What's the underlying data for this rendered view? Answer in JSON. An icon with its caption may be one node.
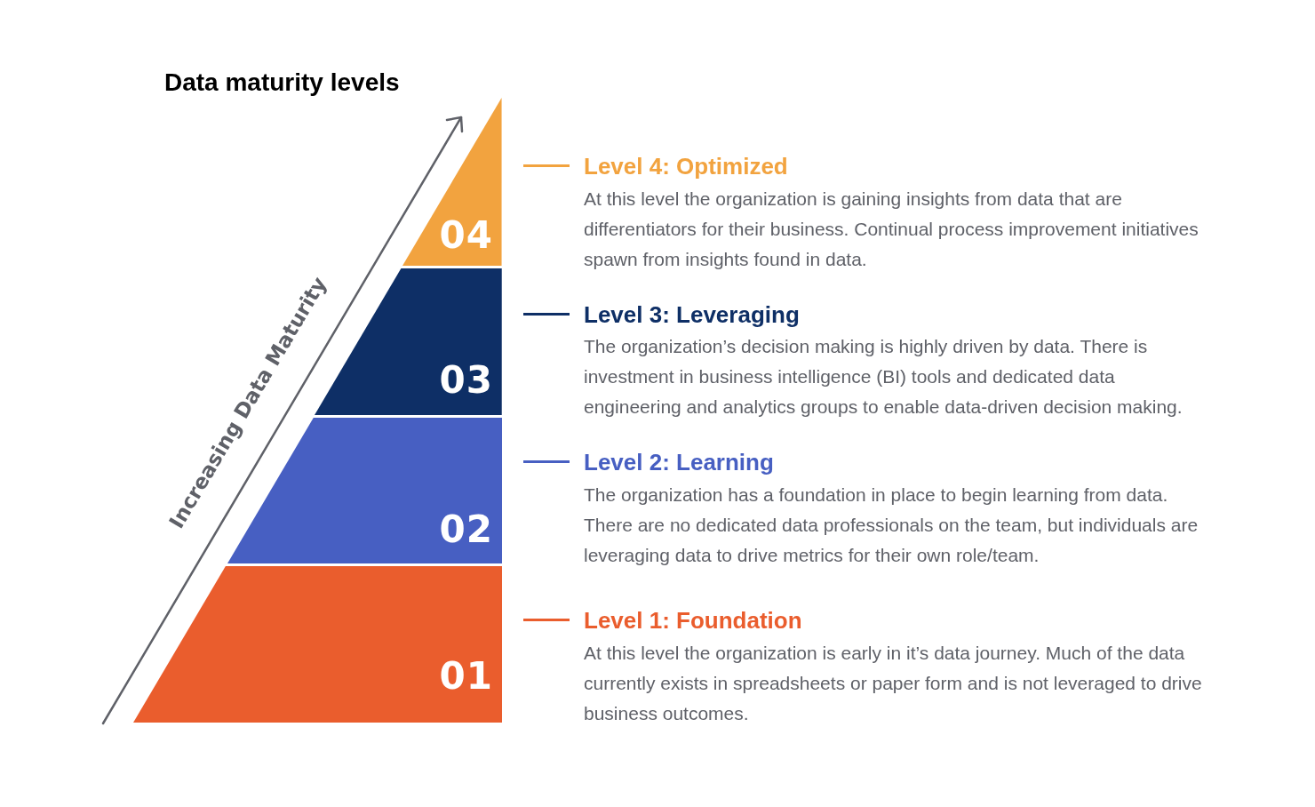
{
  "diagram": {
    "title": "Data maturity levels",
    "nodes": [
      {
        "text": [
          "04"
        ],
        "beside": [
          "Level 4: Optimized",
          "At this level the organization is gaining insights from data that are differentiators for their business. Continual process improvement initiatives spawn from insights found in data."
        ]
      },
      {
        "text": [
          "03"
        ],
        "beside": [
          "Level 3: Leveraging",
          "The organization’s decision making is highly driven by data. There is investment in business intelligence (BI) tools and dedicated data engineering and analytics groups to enable data-driven decision making."
        ]
      },
      {
        "text": [
          "02"
        ],
        "beside": [
          "Level 2: Learning",
          "The organization has a foundation in place to begin learning from data. There are no dedicated data professionals on the team, but individuals are leveraging data to drive metrics for their own role/team."
        ]
      },
      {
        "text": [
          "01"
        ],
        "beside": [
          "Level 1: Foundation",
          "At this level the organization is early in it’s data journey. Much of the data currently exists in spreadsheets or paper form and is not leveraged to drive business outcomes."
        ]
      }
    ],
    "labels": [
      "Increasing Data Maturity"
    ]
  }
}
